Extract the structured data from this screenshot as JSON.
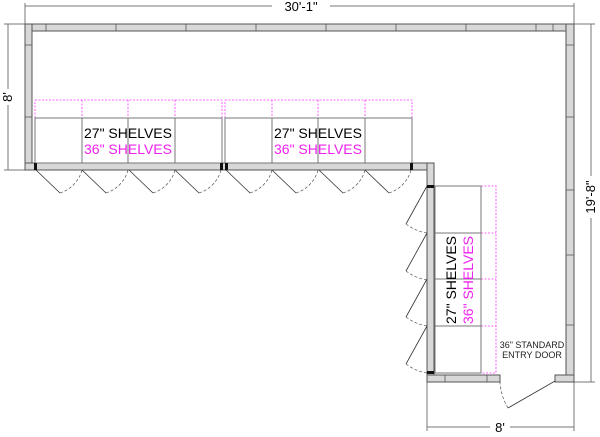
{
  "dimensions": {
    "overall_width": "30'-1\"",
    "left_depth": "8'",
    "overall_depth": "19'-8\"",
    "leg_width": "8'"
  },
  "shelving": {
    "standard": "27\" SHELVES",
    "extended": "36\" SHELVES"
  },
  "entry_door_label": [
    "36\" STANDARD",
    "ENTRY DOOR"
  ],
  "colors": {
    "extended_shelves": "#ee22ee",
    "wall": "#d8d8d8"
  }
}
